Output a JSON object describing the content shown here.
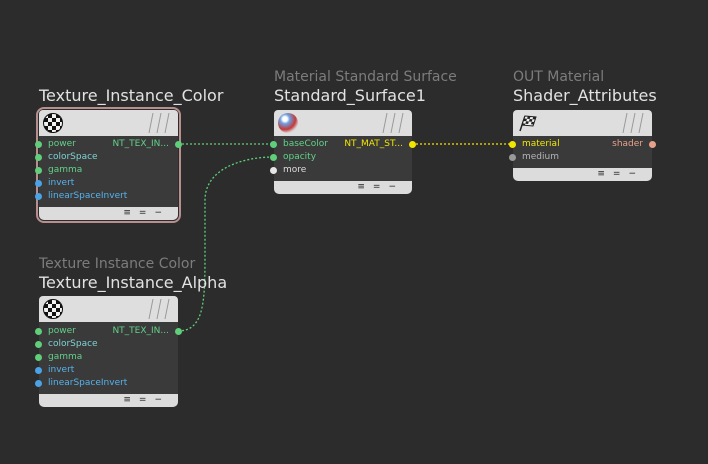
{
  "nodes": {
    "tex_color": {
      "type_label": "",
      "name": "Texture_Instance_Color",
      "output": "NT_TEX_IN...",
      "inputs": [
        "power",
        "colorSpace",
        "gamma",
        "invert",
        "linearSpaceInvert"
      ]
    },
    "tex_alpha": {
      "type_label": "Texture Instance Color",
      "name": "Texture_Instance_Alpha",
      "output": "NT_TEX_IN...",
      "inputs": [
        "power",
        "colorSpace",
        "gamma",
        "invert",
        "linearSpaceInvert"
      ]
    },
    "surface": {
      "type_label": "Material Standard Surface",
      "name": "Standard_Surface1",
      "output": "NT_MAT_ST...",
      "inputs": [
        "baseColor",
        "opacity",
        "more"
      ]
    },
    "out": {
      "type_label": "OUT Material",
      "name": "Shader_Attributes",
      "output": "shader",
      "inputs": [
        "material",
        "medium"
      ]
    }
  },
  "footer_icons": [
    "≡",
    "=",
    "−"
  ],
  "colors": {
    "background": "#2c2c2c",
    "node_header": "#dedede",
    "node_body": "#3a3a3a",
    "selected_outline": "#b88f8f",
    "wire_texture": "#5fcf7a",
    "wire_material": "#f2e600"
  }
}
